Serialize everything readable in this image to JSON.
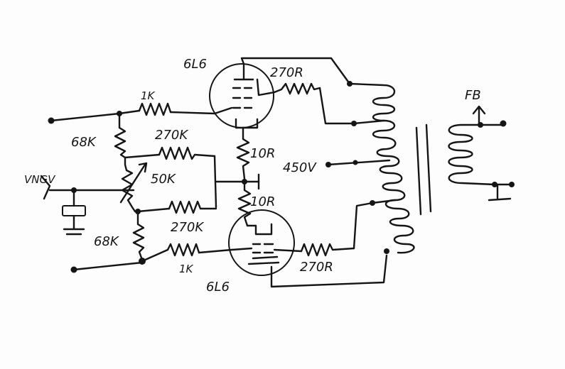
{
  "labels": {
    "tube_top": "6L6",
    "tube_bottom": "6L6",
    "grid_res_top": "1K",
    "grid_res_bottom": "1K",
    "div_top": "68K",
    "div_bottom": "68K",
    "fb_res_top": "270K",
    "fb_res_bottom": "270K",
    "balance_pot": "50K",
    "cathode_res_top": "10R",
    "cathode_res_bottom": "10R",
    "plate_res_top": "270R",
    "plate_res_bottom": "270R",
    "b_plus": "450V",
    "input": "VNGV",
    "feedback": "FB"
  },
  "colors": {
    "ink": "#151515",
    "paper": "#fdfdfd"
  }
}
